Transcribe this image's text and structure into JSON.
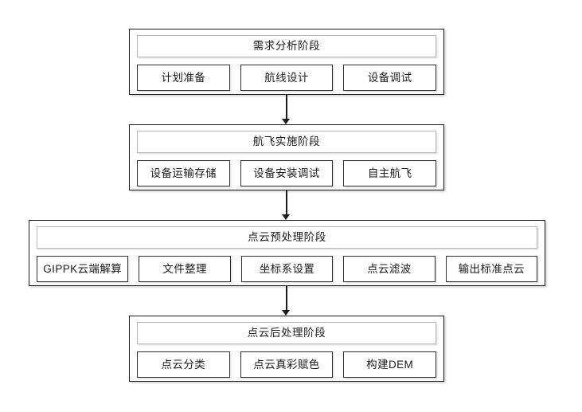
{
  "diagram": {
    "title": "",
    "orientation": "top-to-bottom",
    "stages": [
      {
        "title": "需求分析阶段",
        "items": [
          "计划准备",
          "航线设计",
          "设备调试"
        ]
      },
      {
        "title": "航飞实施阶段",
        "items": [
          "设备运输存储",
          "设备安装调试",
          "自主航飞"
        ]
      },
      {
        "title": "点云预处理阶段",
        "items": [
          "GIPPK云端解算",
          "文件整理",
          "坐标系设置",
          "点云滤波",
          "输出标准点云"
        ]
      },
      {
        "title": "点云后处理阶段",
        "items": [
          "点云分类",
          "点云真彩赋色",
          "构建DEM"
        ]
      }
    ],
    "connectors": [
      {
        "from": "需求分析阶段",
        "to": "航飞实施阶段",
        "style": "arrow-down"
      },
      {
        "from": "航飞实施阶段",
        "to": "点云预处理阶段",
        "style": "arrow-down"
      },
      {
        "from": "点云预处理阶段",
        "to": "点云后处理阶段",
        "style": "arrow-down"
      }
    ],
    "colors": {
      "background": "#ffffff",
      "stage_border": "#1a1a1a",
      "title_border": "#b9b9b9",
      "item_border": "#303030",
      "text": "#1a1a1a",
      "connector": "#1a1a1a"
    }
  }
}
